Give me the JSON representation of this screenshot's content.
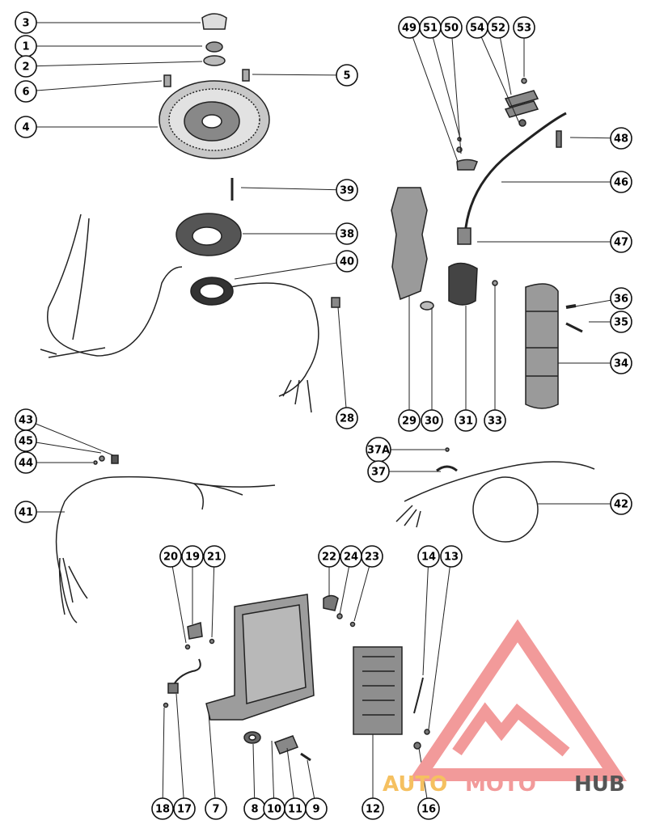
{
  "diagram": {
    "callouts": [
      {
        "id": "c3",
        "label": "3"
      },
      {
        "id": "c1",
        "label": "1"
      },
      {
        "id": "c2",
        "label": "2"
      },
      {
        "id": "c6",
        "label": "6"
      },
      {
        "id": "c5",
        "label": "5"
      },
      {
        "id": "c4",
        "label": "4"
      },
      {
        "id": "c39",
        "label": "39"
      },
      {
        "id": "c38",
        "label": "38"
      },
      {
        "id": "c40",
        "label": "40"
      },
      {
        "id": "c28",
        "label": "28"
      },
      {
        "id": "c49",
        "label": "49"
      },
      {
        "id": "c51",
        "label": "51"
      },
      {
        "id": "c50",
        "label": "50"
      },
      {
        "id": "c54",
        "label": "54"
      },
      {
        "id": "c52",
        "label": "52"
      },
      {
        "id": "c53",
        "label": "53"
      },
      {
        "id": "c48",
        "label": "48"
      },
      {
        "id": "c46",
        "label": "46"
      },
      {
        "id": "c47",
        "label": "47"
      },
      {
        "id": "c36",
        "label": "36"
      },
      {
        "id": "c35",
        "label": "35"
      },
      {
        "id": "c34",
        "label": "34"
      },
      {
        "id": "c29",
        "label": "29"
      },
      {
        "id": "c30",
        "label": "30"
      },
      {
        "id": "c31",
        "label": "31"
      },
      {
        "id": "c33",
        "label": "33"
      },
      {
        "id": "c43",
        "label": "43"
      },
      {
        "id": "c45",
        "label": "45"
      },
      {
        "id": "c44",
        "label": "44"
      },
      {
        "id": "c41",
        "label": "41"
      },
      {
        "id": "c37A",
        "label": "37A"
      },
      {
        "id": "c37",
        "label": "37"
      },
      {
        "id": "c42",
        "label": "42"
      },
      {
        "id": "c20",
        "label": "20"
      },
      {
        "id": "c19",
        "label": "19"
      },
      {
        "id": "c21",
        "label": "21"
      },
      {
        "id": "c22",
        "label": "22"
      },
      {
        "id": "c24",
        "label": "24"
      },
      {
        "id": "c23",
        "label": "23"
      },
      {
        "id": "c14",
        "label": "14"
      },
      {
        "id": "c13",
        "label": "13"
      },
      {
        "id": "c18",
        "label": "18"
      },
      {
        "id": "c17",
        "label": "17"
      },
      {
        "id": "c7",
        "label": "7"
      },
      {
        "id": "c8",
        "label": "8"
      },
      {
        "id": "c10",
        "label": "10"
      },
      {
        "id": "c11",
        "label": "11"
      },
      {
        "id": "c9",
        "label": "9"
      },
      {
        "id": "c12",
        "label": "12"
      },
      {
        "id": "c16",
        "label": "16"
      }
    ]
  },
  "watermark": {
    "part1": "AUTO",
    "part2": "MOTO",
    "part3": "HUB",
    "color_primary": "#f0a0a0",
    "color_accent": "#f5c060",
    "color_dark": "#555555"
  }
}
